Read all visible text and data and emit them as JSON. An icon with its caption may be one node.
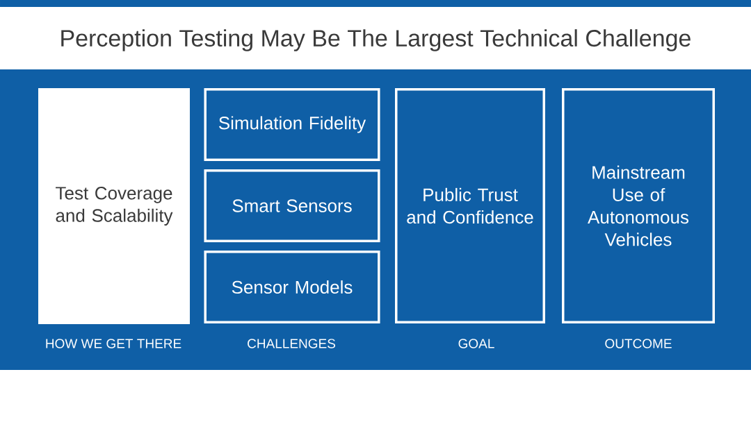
{
  "diagram": {
    "title": "Perception Testing May Be The Largest Technical Challenge",
    "nodes": [
      {
        "text": [
          "Test Coverage and Scalability"
        ],
        "beside": [
          "HOW WE GET THERE"
        ]
      },
      {
        "text": [
          "Simulation Fidelity"
        ]
      },
      {
        "text": [
          "Smart Sensors"
        ]
      },
      {
        "text": [
          "Sensor Models"
        ]
      },
      {
        "text": [
          "Public Trust and Confidence"
        ],
        "beside": [
          "GOAL"
        ]
      },
      {
        "text": [
          "Mainstream Use of Autonomous Vehicles"
        ],
        "beside": [
          "OUTCOME"
        ]
      }
    ],
    "labels": [
      "CHALLENGES"
    ]
  }
}
